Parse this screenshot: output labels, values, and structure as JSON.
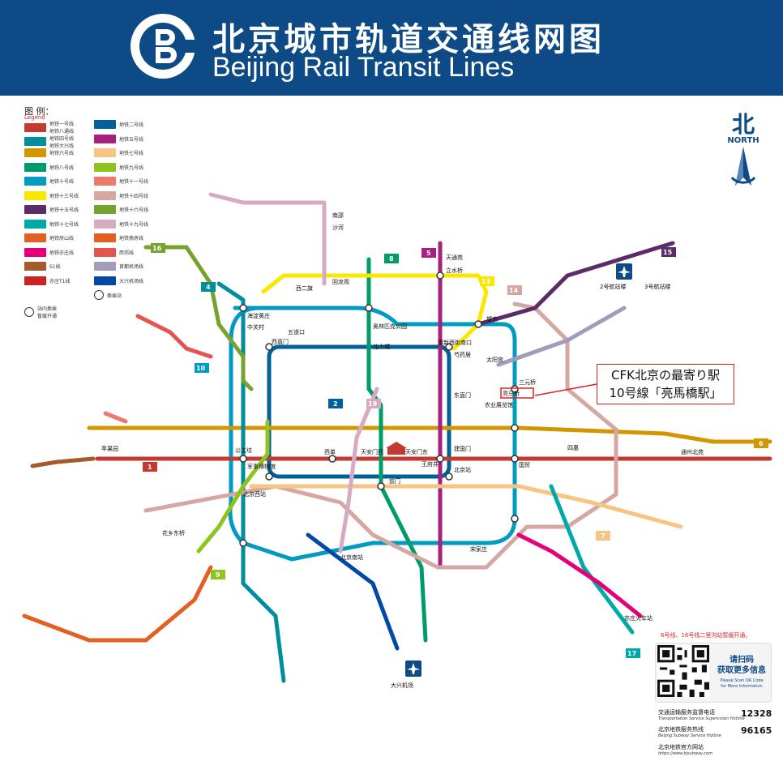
{
  "header": {
    "title_cn": "北京城市轨道交通线网图",
    "title_en": "Beijing Rail Transit Lines"
  },
  "legend": {
    "title": "图 例：",
    "subtitle": "Legend",
    "items": [
      {
        "label": "地铁一号线\n地铁八通线",
        "color": "#c23a30"
      },
      {
        "label": "地铁二号线",
        "color": "#006098"
      },
      {
        "label": "地铁四号线\n地铁大兴线",
        "color": "#008e9c"
      },
      {
        "label": "地铁五号线",
        "color": "#a6217f"
      },
      {
        "label": "地铁六号线",
        "color": "#d29700"
      },
      {
        "label": "地铁七号线",
        "color": "#f6c582"
      },
      {
        "label": "地铁八号线",
        "color": "#009b6b"
      },
      {
        "label": "地铁九号线",
        "color": "#8fc31f"
      },
      {
        "label": "地铁十号线",
        "color": "#009bc0"
      },
      {
        "label": "地铁十一号线",
        "color": "#ed796b"
      },
      {
        "label": "地铁十三号线",
        "color": "#f9e700"
      },
      {
        "label": "地铁十四号线",
        "color": "#d5a7a1"
      },
      {
        "label": "地铁十五号线",
        "color": "#5b2c68"
      },
      {
        "label": "地铁十六号线",
        "color": "#76a32e"
      },
      {
        "label": "地铁十七号线",
        "color": "#00a9a9"
      },
      {
        "label": "地铁十九号线",
        "color": "#d6abc1"
      },
      {
        "label": "地铁房山线",
        "color": "#e46022"
      },
      {
        "label": "地铁燕房线",
        "color": "#e46022"
      },
      {
        "label": "地铁亦庄线",
        "color": "#e40077"
      },
      {
        "label": "西郊线",
        "color": "#e5554f"
      },
      {
        "label": "S1线",
        "color": "#a45a2a"
      },
      {
        "label": "首都机场线",
        "color": "#a29bbb"
      },
      {
        "label": "亦庄T1线",
        "color": "#c22"
      },
      {
        "label": "大兴机场线",
        "color": "#0049a5"
      }
    ],
    "transfer_label": "换乘站",
    "closed_label": "站内换乘\n暂缓开通"
  },
  "north": {
    "cn": "北",
    "en": "NORTH"
  },
  "callout": {
    "line1": "CFK北京の最寄り駅",
    "line2": "10号線「亮馬橋駅」",
    "border_color": "#dd2222"
  },
  "stations": {
    "liangmaqiao": "亮马桥",
    "sanyuanqiao": "三元桥",
    "nongzhanguan": "农业展览馆",
    "dongzhimen": "东直门",
    "tiananmen_west": "天安门西",
    "tiananmen_east": "天安门东",
    "xidan": "西单",
    "wangfujing": "王府井",
    "guomao": "国贸",
    "sihui": "四惠",
    "jianguomen": "建国门",
    "beijing_station": "北京站",
    "qianmen": "前门",
    "xizhimen": "西直门",
    "haidianhuangzhuang": "海淀黄庄",
    "zhongguancun": "中关村",
    "wudaokou": "五道口",
    "xierqi": "西二旗",
    "huilongguan": "回龙观",
    "shahe": "沙河",
    "nanshao": "南邵",
    "tiantongyuan": "天通苑",
    "lishuiqiao": "立水桥",
    "wangjing": "望京",
    "taiyanggong": "太阳宫",
    "shaoyaoju": "芍药居",
    "huixinxijie": "惠新西街南口",
    "beitucheng": "北土城",
    "olympic": "奥林匹克公园",
    "pingguoyuan": "苹果园",
    "gongzhufen": "公主坟",
    "military_museum": "军事博物馆",
    "songjiazhuang": "宋家庄",
    "beijing_south": "北京南站",
    "beijing_west": "北京西站",
    "daxing_airport": "大兴机场",
    "t2": "2号航站楼",
    "t3": "3号航站楼",
    "tongzhou": "通州北苑",
    "huaxiang": "花乡东桥",
    "yizhuang": "亦庄火车站"
  },
  "line_badges": {
    "l1": "1",
    "l2": "2",
    "l4": "4",
    "l5": "5",
    "l6": "6",
    "l7": "7",
    "l8": "8",
    "l9": "9",
    "l10": "10",
    "l13": "13",
    "l14": "14",
    "l15": "15",
    "l16": "16",
    "l17": "17",
    "l19": "19"
  },
  "notice": "6号线、16号线二里沟站暂缓开通。",
  "qr": {
    "scan_cn": "请扫码\n获取更多信息",
    "scan_en": "Please Scan QR Code\nfor More Information"
  },
  "hotlines": [
    {
      "cn": "交通运输服务监督电话",
      "en": "Transportation Service Supervision Hotline",
      "number": "12328"
    },
    {
      "cn": "北京地铁服务热线",
      "en": "Beijing Subway Service Hotline",
      "number": "96165"
    },
    {
      "cn": "北京地铁官方网站",
      "en": "https://www.bjsubway.com",
      "number": ""
    }
  ]
}
